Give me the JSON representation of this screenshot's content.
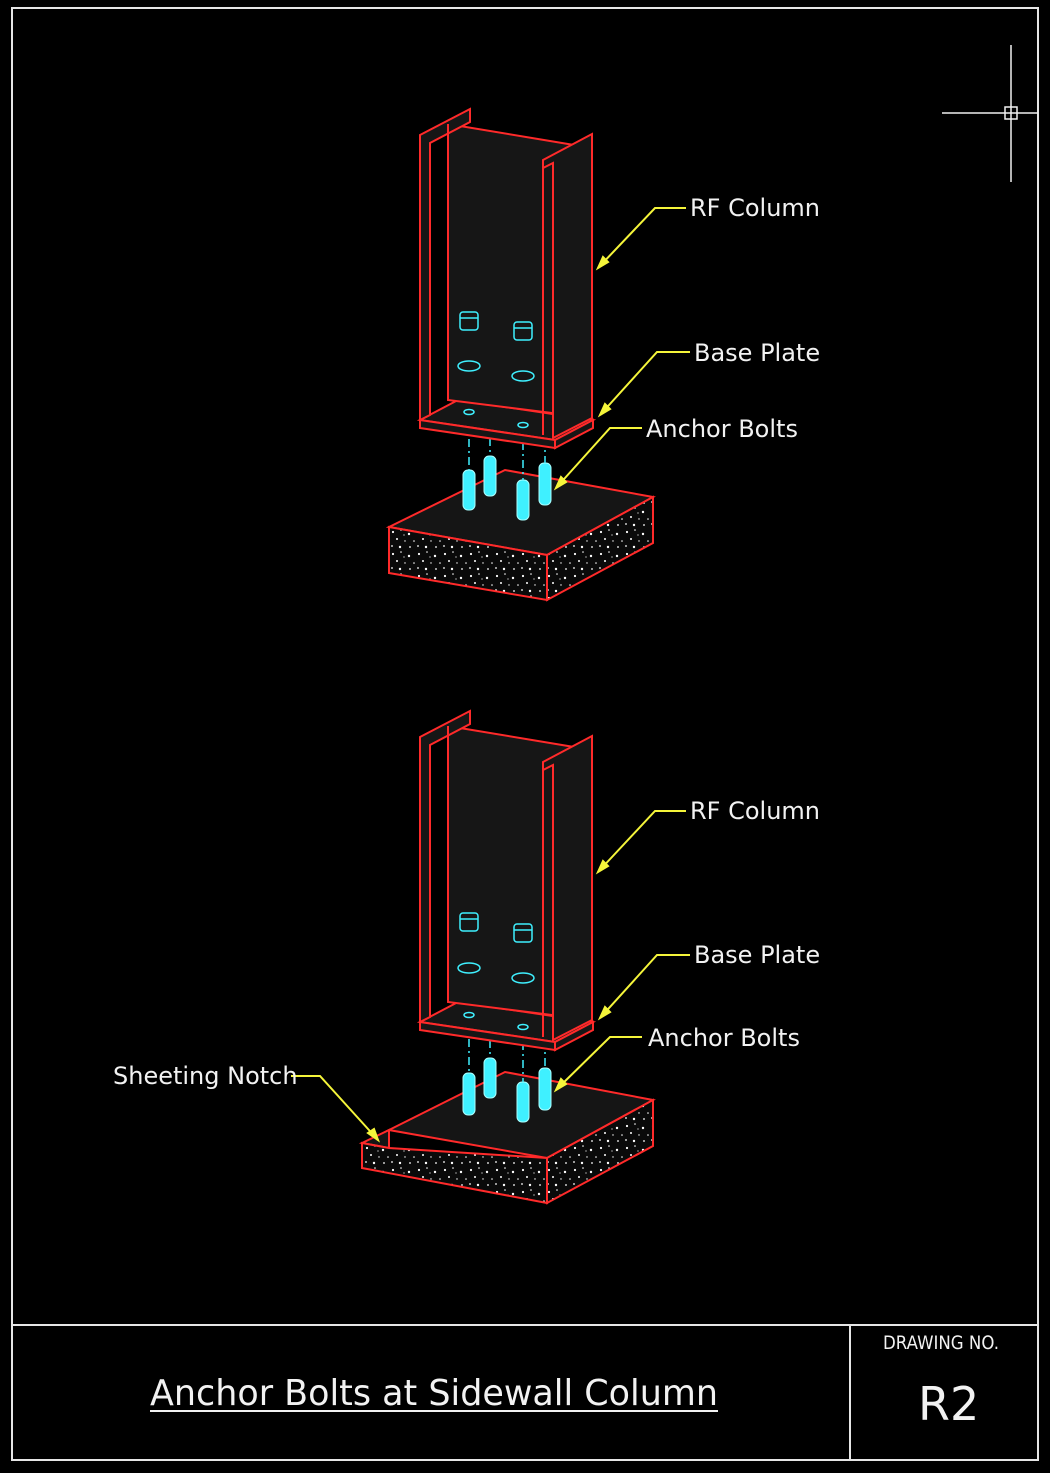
{
  "upper_detail": {
    "labels": {
      "rf_column": "RF Column",
      "base_plate": "Base Plate",
      "anchor_bolts": "Anchor Bolts"
    }
  },
  "lower_detail": {
    "labels": {
      "rf_column": "RF Column",
      "base_plate": "Base Plate",
      "anchor_bolts": "Anchor Bolts",
      "sheeting_notch": "Sheeting Notch"
    }
  },
  "title_block": {
    "title": "Anchor Bolts at Sidewall Column",
    "drawing_no_label": "DRAWING NO.",
    "drawing_no": "R2"
  },
  "colors": {
    "background": "#000000",
    "frame": "#e6e6e6",
    "steel": "#ff2a2a",
    "bolts": "#3ff0ff",
    "leader": "#f5f53a",
    "text": "#f2f2f2"
  }
}
